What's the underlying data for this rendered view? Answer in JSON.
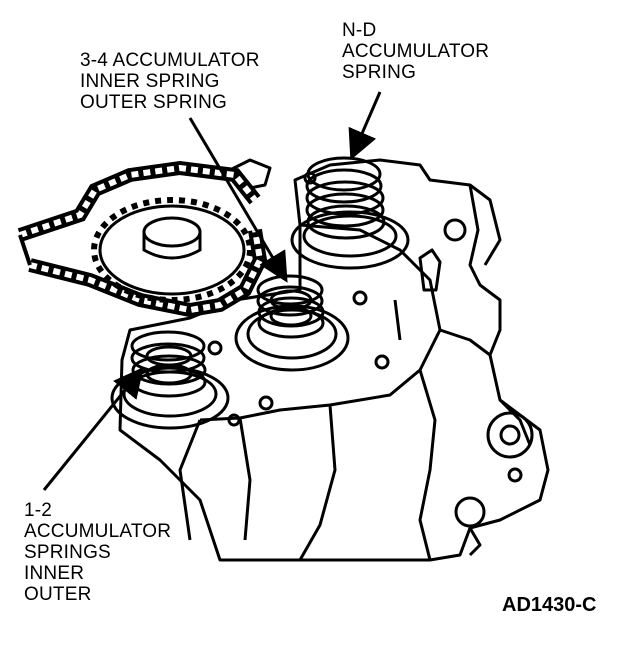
{
  "labels": {
    "accumulator_34": [
      "3-4 ACCUMULATOR",
      "INNER SPRING",
      "OUTER SPRING"
    ],
    "accumulator_nd": [
      "N-D",
      "ACCUMULATOR",
      "SPRING"
    ],
    "accumulator_12": [
      "1-2",
      "ACCUMULATOR",
      "SPRINGS",
      "INNER",
      "OUTER"
    ]
  },
  "figure_id": "AD1430-C"
}
